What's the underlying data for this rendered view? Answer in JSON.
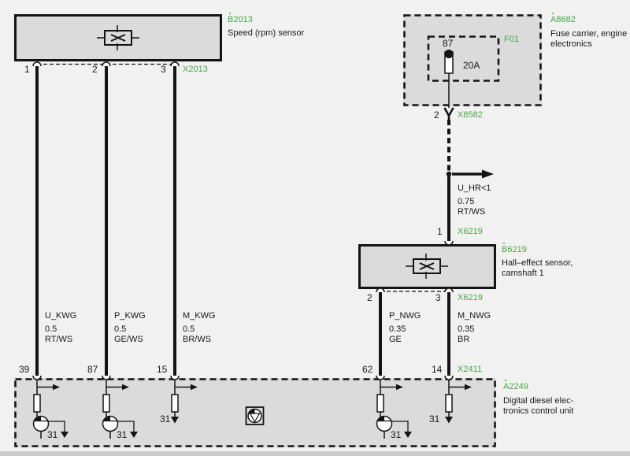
{
  "colors": {
    "accent_green": "#45a845",
    "ink": "#1a1a1a",
    "box_fill": "#dbdbdb",
    "background": "#f1f1f1"
  },
  "speed_sensor": {
    "ref": "B2013",
    "name": "Speed (rpm) sensor",
    "pin1": "1",
    "pin2": "2",
    "pin3": "3",
    "connector": "X2013"
  },
  "fuse_carrier": {
    "ref": "A8682",
    "name": "Fuse carrier, engine\nelectronics",
    "fuse_ref": "F01",
    "fuse_pin": "87",
    "fuse_rating": "20A",
    "out_pin": "2",
    "out_connector": "X8582"
  },
  "supply_wire": {
    "name": "U_HR<1",
    "spec": "0.75\nRT/WS",
    "pin": "1",
    "connector": "X6219"
  },
  "hall_sensor": {
    "ref": "B6219",
    "name": "Hall–effect sensor,\ncamshaft 1",
    "pin2": "2",
    "pin3": "3",
    "connector": "X6219"
  },
  "wires": {
    "u_kwg": {
      "name": "U_KWG",
      "spec": "0.5\nRT/WS"
    },
    "p_kwg": {
      "name": "P_KWG",
      "spec": "0.5\nGE/WS"
    },
    "m_kwg": {
      "name": "M_KWG",
      "spec": "0.5\nBR/WS"
    },
    "p_nwg": {
      "name": "P_NWG",
      "spec": "0.35\nGE"
    },
    "m_nwg": {
      "name": "M_NWG",
      "spec": "0.35\nBR"
    }
  },
  "control_unit": {
    "ref": "A2249",
    "name": "Digital diesel elec-\ntronics control unit",
    "connector": "X2411",
    "pin39": "39",
    "pin87": "87",
    "pin15": "15",
    "pin62": "62",
    "pin14": "14",
    "gnd1": "31",
    "gnd2": "31",
    "gnd3": "31",
    "gnd4": "31",
    "gnd5": "31"
  }
}
